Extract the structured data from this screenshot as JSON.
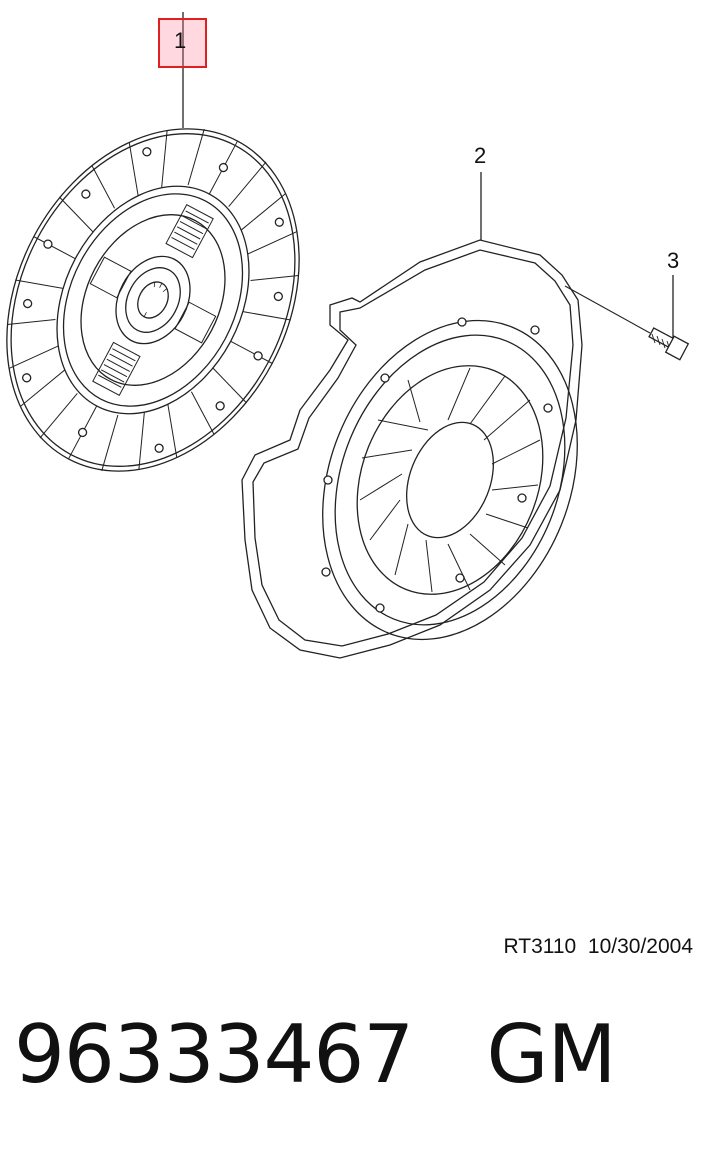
{
  "callouts": [
    {
      "label": "1",
      "highlighted": true
    },
    {
      "label": "2",
      "highlighted": false
    },
    {
      "label": "3",
      "highlighted": false
    }
  ],
  "highlight_color": "#e02020",
  "drawing_code": "RT3110  10/30/2004",
  "part_number": "96333467",
  "brand": "GM",
  "parts": [
    {
      "callout": "1",
      "icon": "clutch-disc-icon"
    },
    {
      "callout": "2",
      "icon": "pressure-plate-icon"
    },
    {
      "callout": "3",
      "icon": "bolt-icon"
    }
  ]
}
